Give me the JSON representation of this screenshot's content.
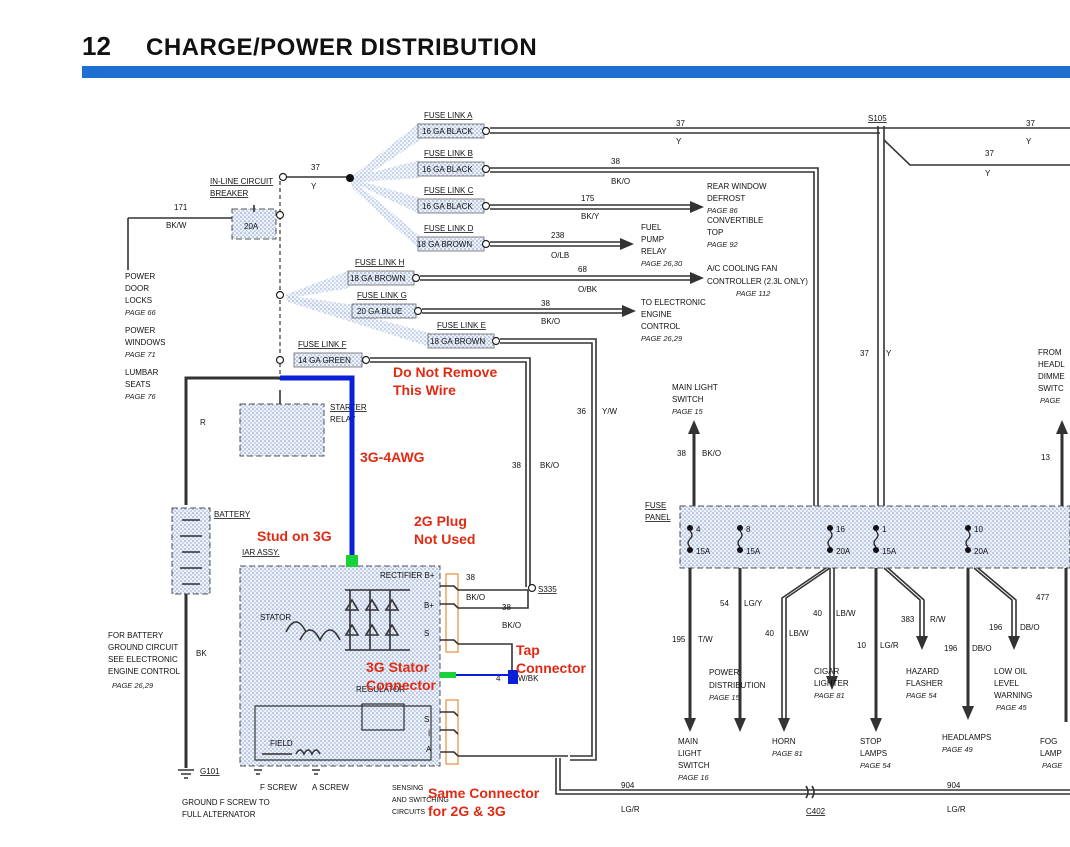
{
  "header": {
    "page_number": "12",
    "title": "CHARGE/POWER DISTRIBUTION",
    "bar_color": "#1f6fd0"
  },
  "fuse_links": {
    "a": {
      "label": "FUSE LINK A",
      "gauge": "16 GA BLACK"
    },
    "b": {
      "label": "FUSE LINK B",
      "gauge": "16 GA BLACK"
    },
    "c": {
      "label": "FUSE LINK C",
      "gauge": "16 GA BLACK"
    },
    "d": {
      "label": "FUSE LINK D",
      "gauge": "18 GA BROWN"
    },
    "h": {
      "label": "FUSE LINK H",
      "gauge": "18 GA BROWN"
    },
    "g": {
      "label": "FUSE LINK G",
      "gauge": "20 GA BLUE"
    },
    "e": {
      "label": "FUSE LINK E",
      "gauge": "18 GA BROWN"
    },
    "f": {
      "label": "FUSE LINK F",
      "gauge": "14 GA GREEN"
    }
  },
  "breaker": {
    "label1": "IN-LINE CIRCUIT",
    "label2": "BREAKER",
    "rating": "20A"
  },
  "circuits_left": {
    "c171": "171",
    "c171_color": "BK/W",
    "c37": "37",
    "c37_color": "Y",
    "power_door_locks": [
      "POWER",
      "DOOR",
      "LOCKS"
    ],
    "pdl_page": "PAGE 66",
    "power_windows": [
      "POWER",
      "WINDOWS"
    ],
    "pw_page": "PAGE 71",
    "lumbar_seats": [
      "LUMBAR",
      "SEATS"
    ],
    "ls_page": "PAGE 76",
    "r_label": "R",
    "starter_relay": [
      "STARTER",
      "RELAY"
    ],
    "battery": "BATTERY",
    "bk_label": "BK",
    "ground": "G101",
    "ground_note": [
      "FOR BATTERY",
      "GROUND CIRCUIT",
      "SEE ELECTRONIC",
      "ENGINE CONTROL"
    ],
    "ground_page": "PAGE 26,29",
    "f_screw": "F SCREW",
    "a_screw": "A SCREW",
    "ground_f_screw": [
      "GROUND F SCREW TO",
      "FULL ALTERNATOR"
    ]
  },
  "alternator": {
    "title": "IAR ASSY.",
    "rectifier": "RECTIFIER B+",
    "b_plus": "B+",
    "s": "S",
    "i": "I",
    "a": "A",
    "stator": "STATOR",
    "regulator": "REGULATOR",
    "field": "FIELD",
    "sensing": [
      "SENSING",
      "AND SWITCHING",
      "CIRCUITS"
    ]
  },
  "circuits_right": {
    "c37": "37",
    "c37_y": "Y",
    "s105": "S105",
    "c38": "38",
    "c38_color": "BK/O",
    "c175": "175",
    "c175_color": "BK/Y",
    "rear_window": [
      "REAR WINDOW",
      "DEFROST"
    ],
    "rw_page": "PAGE 86",
    "convertible": [
      "CONVERTIBLE",
      "TOP"
    ],
    "cv_page": "PAGE 92",
    "c238": "238",
    "c238_color": "O/LB",
    "fuel_pump": [
      "FUEL",
      "PUMP",
      "RELAY"
    ],
    "fp_page": "PAGE 26,30",
    "c68": "68",
    "c68_color": "O/BK",
    "ac_fan": [
      "A/C COOLING FAN",
      "CONTROLLER (2.3L ONLY)"
    ],
    "ac_page": "PAGE 112",
    "eec": [
      "TO ELECTRONIC",
      "ENGINE",
      "CONTROL"
    ],
    "eec_page": "PAGE 26,29",
    "c36": "36",
    "c36_color": "Y/W",
    "c38b": "38",
    "c38b_color": "BK/O",
    "s335": "S335",
    "c4": "4",
    "c4_color": "W/BK",
    "c904": "904",
    "c904_color": "LG/R",
    "c402": "C402",
    "main_light": [
      "MAIN LIGHT",
      "SWITCH"
    ],
    "ml_page": "PAGE 15",
    "c38c": "38",
    "c38c_color": "BK/O",
    "c37c": "37",
    "c37c_y": "Y",
    "from_head": [
      "FROM",
      "HEADL",
      "DIMME",
      "SWITC"
    ],
    "from_page": "PAGE",
    "c13": "13",
    "fuse_panel": [
      "FUSE",
      "PANEL"
    ],
    "fuses": [
      {
        "num": "4",
        "amp": "15A"
      },
      {
        "num": "8",
        "amp": "15A"
      },
      {
        "num": "16",
        "amp": "20A"
      },
      {
        "num": "1",
        "amp": "15A"
      },
      {
        "num": "10",
        "amp": "20A"
      }
    ],
    "c54": "54",
    "c54_color": "LG/Y",
    "c195": "195",
    "c195_color": "T/W",
    "c40a": "40",
    "c40a_color": "LB/W",
    "c40b": "40",
    "c40b_color": "LB/W",
    "c10": "10",
    "c10_color": "LG/R",
    "c383": "383",
    "c383_color": "R/W",
    "c196a": "196",
    "c196a_color": "DB/O",
    "c196b": "196",
    "c196b_color": "DB/O",
    "c477": "477",
    "power_dist": [
      "POWER",
      "DISTRIBUTION"
    ],
    "pd_page": "PAGE 15",
    "cigar": [
      "CIGAR",
      "LIGHTER"
    ],
    "cig_page": "PAGE 81",
    "hazard": [
      "HAZARD",
      "FLASHER"
    ],
    "hz_page": "PAGE 54",
    "low_oil": [
      "LOW OIL",
      "LEVEL",
      "WARNING"
    ],
    "lo_page": "PAGE 45",
    "main_light_sw": [
      "MAIN",
      "LIGHT",
      "SWITCH"
    ],
    "mls_page": "PAGE 16",
    "horn": "HORN",
    "horn_page": "PAGE 81",
    "stop": [
      "STOP",
      "LAMPS"
    ],
    "stop_page": "PAGE 54",
    "headlamps": "HEADLAMPS",
    "hl_page": "PAGE 49",
    "fog": [
      "FOG",
      "LAMP"
    ],
    "fog_page": "PAGE"
  },
  "annotations": {
    "do_not_remove": [
      "Do Not Remove",
      "This Wire"
    ],
    "g3_4awg": "3G-4AWG",
    "stud_on_3g": "Stud on 3G",
    "plug_2g": [
      "2G Plug",
      "Not Used"
    ],
    "tap_connector": [
      "Tap",
      "Connector"
    ],
    "stator_connector": [
      "3G Stator",
      "Connector"
    ],
    "same_connector": [
      "Same Connector",
      "for 2G & 3G"
    ],
    "red": "#e02a14",
    "blue": "#0a1fd8",
    "green": "#19d23a"
  }
}
